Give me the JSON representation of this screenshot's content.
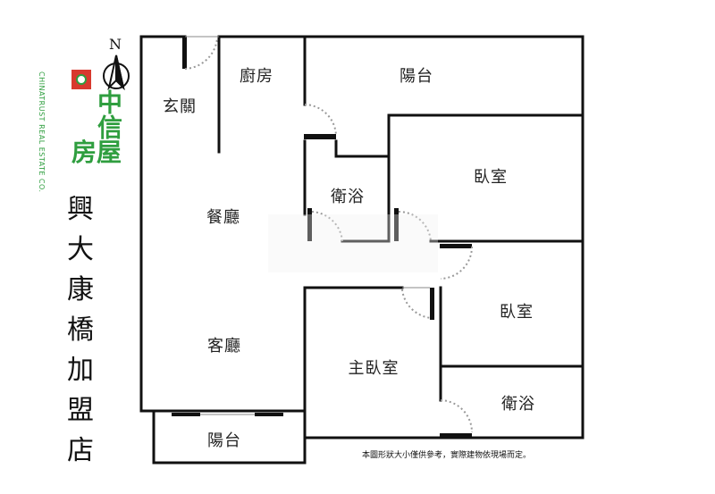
{
  "logo": {
    "brand_cn_line1": "中信",
    "brand_cn_line2": "房屋",
    "brand_en": "CHINATRUST REAL ESTATE CO.",
    "accent_green": "#2f9e3f",
    "accent_red": "#d83a2e"
  },
  "compass": {
    "north_label": "N"
  },
  "store": {
    "name_chars": [
      "興",
      "大",
      "康",
      "橋",
      "加",
      "盟",
      "店"
    ]
  },
  "rooms": {
    "entrance": "玄關",
    "kitchen": "廚房",
    "balcony_top": "陽台",
    "bathroom_1": "衛浴",
    "bedroom_1": "臥室",
    "dining": "餐廳",
    "bedroom_2": "臥室",
    "living": "客廳",
    "master_bedroom": "主臥室",
    "bathroom_2": "衛浴",
    "balcony_bottom": "陽台"
  },
  "disclaimer": "本圖形狀大小僅供參考，實際建物依現場而定。"
}
